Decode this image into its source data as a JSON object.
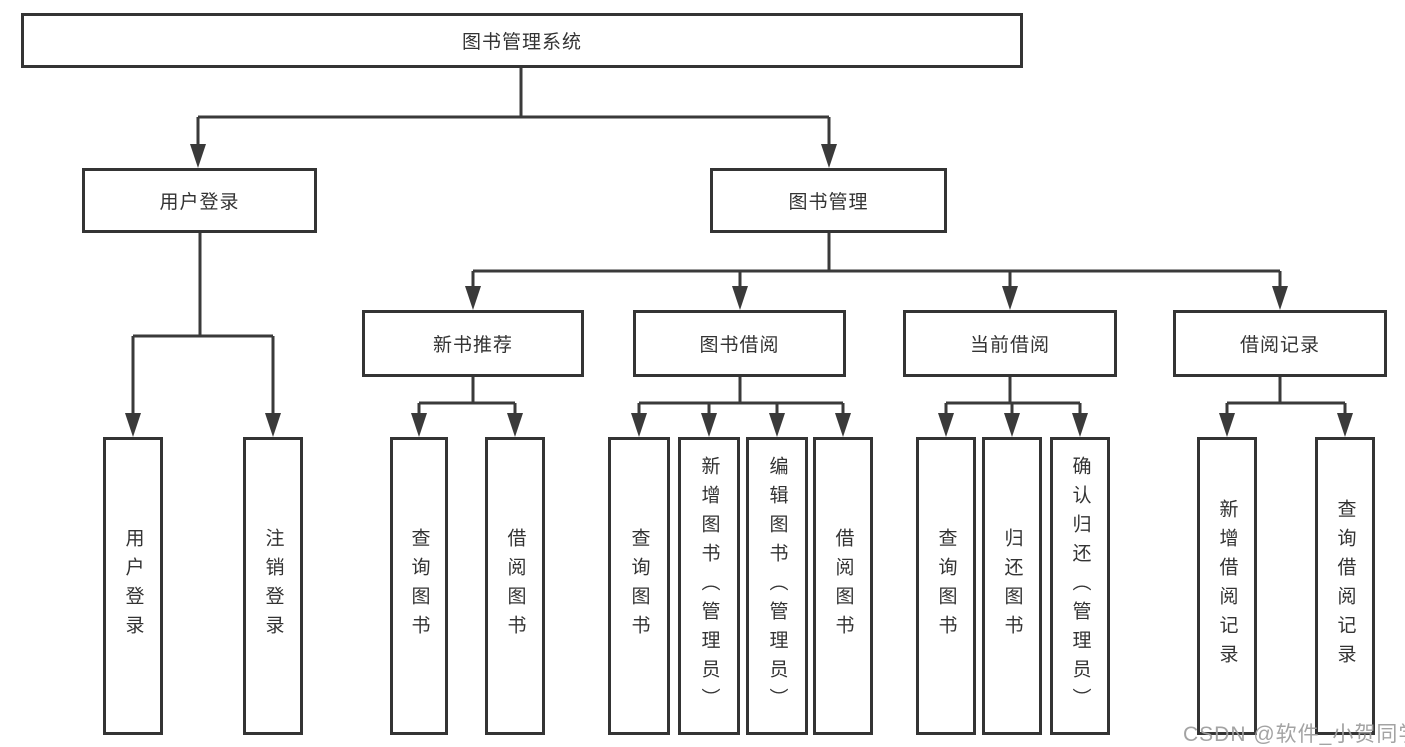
{
  "diagram": {
    "root": {
      "label": "图书管理系统"
    },
    "level2": [
      {
        "label": "用户登录"
      },
      {
        "label": "图书管理"
      }
    ],
    "level3": [
      {
        "label": "新书推荐"
      },
      {
        "label": "图书借阅"
      },
      {
        "label": "当前借阅"
      },
      {
        "label": "借阅记录"
      }
    ],
    "leaves": {
      "user_login": [
        "用户登录",
        "注销登录"
      ],
      "new_book_recommend": [
        "查询图书",
        "借阅图书"
      ],
      "book_borrow": [
        "查询图书",
        "新增图书（管理员）",
        "编辑图书（管理员）",
        "借阅图书"
      ],
      "current_borrow": [
        "查询图书",
        "归还图书",
        "确认归还（管理员）"
      ],
      "borrow_records": [
        "新增借阅记录",
        "查询借阅记录"
      ]
    },
    "colors": {
      "line": "#3a3a3a",
      "box_border": "#343434",
      "text": "#333333",
      "background": "#ffffff",
      "watermark": "#9e9e9e"
    },
    "watermark": "CSDN @软件_小贺同学"
  }
}
